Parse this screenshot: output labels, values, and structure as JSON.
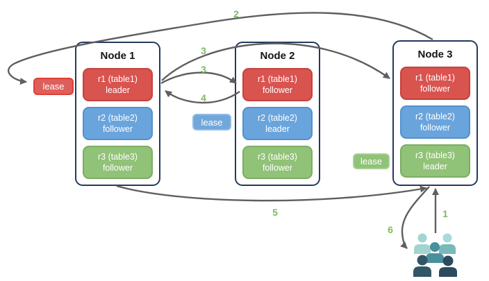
{
  "diagram": {
    "nodes": [
      {
        "title": "Node 1",
        "replicas": [
          {
            "label": "r1 (table1)",
            "role": "leader",
            "color": "#d9534f"
          },
          {
            "label": "r2 (table2)",
            "role": "follower",
            "color": "#6aa4dc"
          },
          {
            "label": "r3 (table3)",
            "role": "follower",
            "color": "#90c278"
          }
        ]
      },
      {
        "title": "Node 2",
        "replicas": [
          {
            "label": "r1 (table1)",
            "role": "follower",
            "color": "#d9534f"
          },
          {
            "label": "r2 (table2)",
            "role": "leader",
            "color": "#6aa4dc"
          },
          {
            "label": "r3 (table3)",
            "role": "follower",
            "color": "#90c278"
          }
        ]
      },
      {
        "title": "Node 3",
        "replicas": [
          {
            "label": "r1 (table1)",
            "role": "follower",
            "color": "#d9534f"
          },
          {
            "label": "r2 (table2)",
            "role": "follower",
            "color": "#6aa4dc"
          },
          {
            "label": "r3 (table3)",
            "role": "leader",
            "color": "#90c278"
          }
        ]
      }
    ],
    "leases": [
      {
        "label": "lease",
        "color": "#dd5f5b"
      },
      {
        "label": "lease",
        "color": "#72a7da"
      },
      {
        "label": "lease",
        "color": "#90c278"
      }
    ],
    "steps": {
      "s1": "1",
      "s2": "2",
      "s3a": "3",
      "s3b": "3",
      "s4": "4",
      "s5": "5",
      "s6": "6"
    },
    "icons": {
      "clients": "users-group-icon"
    },
    "colors": {
      "replica_red": "#d9534f",
      "replica_blue": "#6aa4dc",
      "replica_green": "#90c278",
      "node_border": "#24395e",
      "arrow": "#5f5f5f",
      "step_label": "#7cba5d",
      "users_light_teal": "#a3d4d1",
      "users_mid_teal": "#48919c",
      "users_dark_slate": "#2c4b5e"
    }
  }
}
